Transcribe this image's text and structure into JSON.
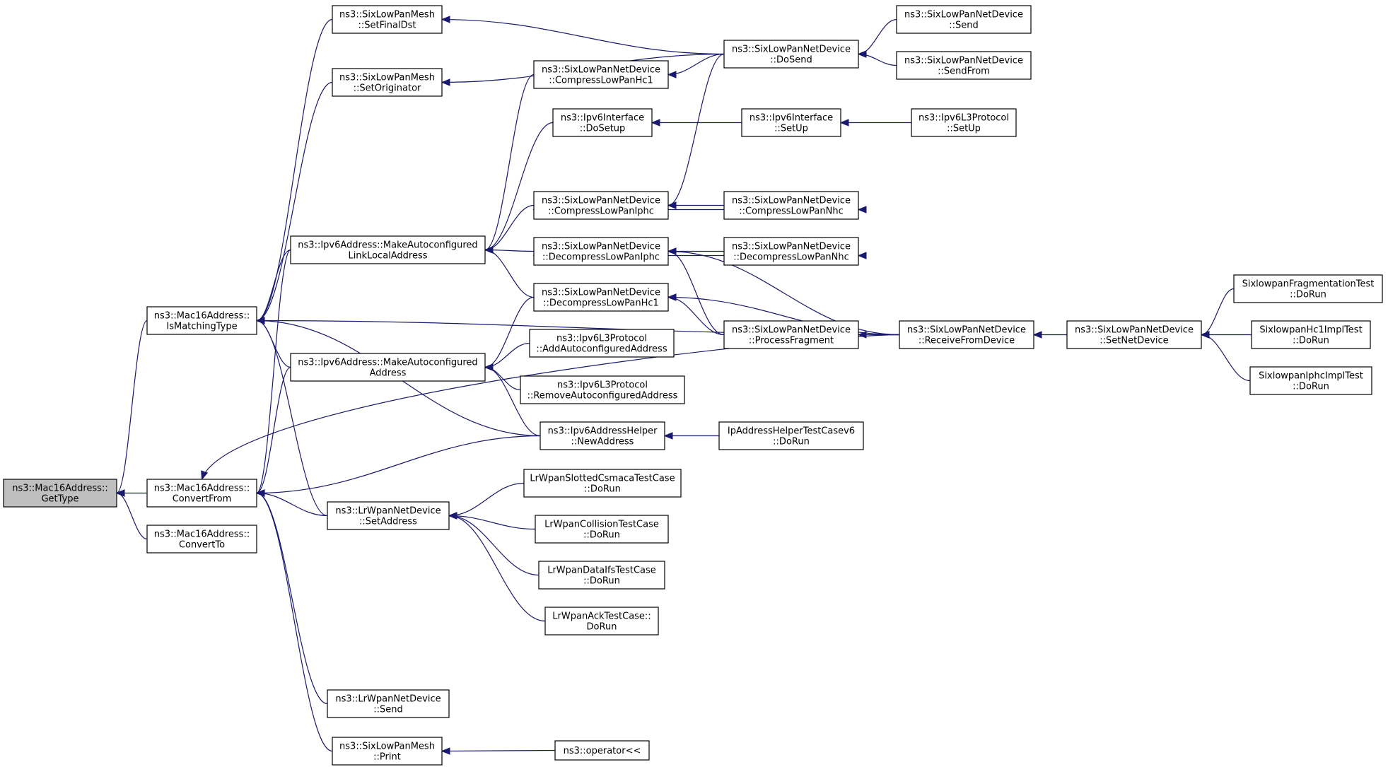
{
  "colors": {
    "edge": "#191970",
    "node_border": "#000000",
    "highlight_fill": "#bfbfbf",
    "node_fill": "#ffffff"
  },
  "nodes": [
    {
      "id": "gettype",
      "lines": [
        "ns3::Mac16Address::",
        "GetType"
      ],
      "highlight": true
    },
    {
      "id": "ismatchingtype",
      "lines": [
        "ns3::Mac16Address::",
        "IsMatchingType"
      ]
    },
    {
      "id": "convertfrom",
      "lines": [
        "ns3::Mac16Address::",
        "ConvertFrom"
      ]
    },
    {
      "id": "convertto",
      "lines": [
        "ns3::Mac16Address::",
        "ConvertTo"
      ]
    },
    {
      "id": "setfinaldst",
      "lines": [
        "ns3::SixLowPanMesh",
        "::SetFinalDst"
      ]
    },
    {
      "id": "setoriginator",
      "lines": [
        "ns3::SixLowPanMesh",
        "::SetOriginator"
      ]
    },
    {
      "id": "mkll",
      "lines": [
        "ns3::Ipv6Address::MakeAutoconfigured",
        "LinkLocalAddress"
      ]
    },
    {
      "id": "mkaddr",
      "lines": [
        "ns3::Ipv6Address::MakeAutoconfigured",
        "Address"
      ]
    },
    {
      "id": "lrsetaddr",
      "lines": [
        "ns3::LrWpanNetDevice",
        "::SetAddress"
      ]
    },
    {
      "id": "lrsend",
      "lines": [
        "ns3::LrWpanNetDevice",
        "::Send"
      ]
    },
    {
      "id": "meshprint",
      "lines": [
        "ns3::SixLowPanMesh",
        "::Print"
      ]
    },
    {
      "id": "chc1",
      "lines": [
        "ns3::SixLowPanNetDevice",
        "::CompressLowPanHc1"
      ]
    },
    {
      "id": "dosetup",
      "lines": [
        "ns3::Ipv6Interface",
        "::DoSetup"
      ]
    },
    {
      "id": "ciphc",
      "lines": [
        "ns3::SixLowPanNetDevice",
        "::CompressLowPanIphc"
      ]
    },
    {
      "id": "diphc",
      "lines": [
        "ns3::SixLowPanNetDevice",
        "::DecompressLowPanIphc"
      ]
    },
    {
      "id": "dhc1",
      "lines": [
        "ns3::SixLowPanNetDevice",
        "::DecompressLowPanHc1"
      ]
    },
    {
      "id": "addauto",
      "lines": [
        "ns3::Ipv6L3Protocol",
        "::AddAutoconfiguredAddress"
      ]
    },
    {
      "id": "remauto",
      "lines": [
        "ns3::Ipv6L3Protocol",
        "::RemoveAutoconfiguredAddress"
      ]
    },
    {
      "id": "newaddr",
      "lines": [
        "ns3::Ipv6AddressHelper",
        "::NewAddress"
      ]
    },
    {
      "id": "slotted",
      "lines": [
        "LrWpanSlottedCsmacaTestCase",
        "::DoRun"
      ]
    },
    {
      "id": "collision",
      "lines": [
        "LrWpanCollisionTestCase",
        "::DoRun"
      ]
    },
    {
      "id": "dataifs",
      "lines": [
        "LrWpanDataIfsTestCase",
        "::DoRun"
      ]
    },
    {
      "id": "acktest",
      "lines": [
        "LrWpanAckTestCase::",
        "DoRun"
      ]
    },
    {
      "id": "operator",
      "lines": [
        "ns3::operator<<"
      ]
    },
    {
      "id": "dosend",
      "lines": [
        "ns3::SixLowPanNetDevice",
        "::DoSend"
      ]
    },
    {
      "id": "ifsetup",
      "lines": [
        "ns3::Ipv6Interface",
        "::SetUp"
      ]
    },
    {
      "id": "cnhc",
      "lines": [
        "ns3::SixLowPanNetDevice",
        "::CompressLowPanNhc"
      ]
    },
    {
      "id": "dnhc",
      "lines": [
        "ns3::SixLowPanNetDevice",
        "::DecompressLowPanNhc"
      ]
    },
    {
      "id": "procfrag",
      "lines": [
        "ns3::SixLowPanNetDevice",
        "::ProcessFragment"
      ]
    },
    {
      "id": "iphelpertest",
      "lines": [
        "IpAddressHelperTestCasev6",
        "::DoRun"
      ]
    },
    {
      "id": "send",
      "lines": [
        "ns3::SixLowPanNetDevice",
        "::Send"
      ]
    },
    {
      "id": "sendfrom",
      "lines": [
        "ns3::SixLowPanNetDevice",
        "::SendFrom"
      ]
    },
    {
      "id": "l3setup",
      "lines": [
        "ns3::Ipv6L3Protocol",
        "::SetUp"
      ]
    },
    {
      "id": "recv",
      "lines": [
        "ns3::SixLowPanNetDevice",
        "::ReceiveFromDevice"
      ]
    },
    {
      "id": "setnetdev",
      "lines": [
        "ns3::SixLowPanNetDevice",
        "::SetNetDevice"
      ]
    },
    {
      "id": "fragtest",
      "lines": [
        "SixlowpanFragmentationTest",
        "::DoRun"
      ]
    },
    {
      "id": "hc1test",
      "lines": [
        "SixlowpanHc1ImplTest",
        "::DoRun"
      ]
    },
    {
      "id": "iphctest",
      "lines": [
        "SixlowpanIphcImplTest",
        "::DoRun"
      ]
    }
  ],
  "edges": [
    [
      "gettype",
      "ismatchingtype"
    ],
    [
      "gettype",
      "convertfrom"
    ],
    [
      "gettype",
      "convertto"
    ],
    [
      "ismatchingtype",
      "setfinaldst"
    ],
    [
      "ismatchingtype",
      "setoriginator"
    ],
    [
      "ismatchingtype",
      "mkll"
    ],
    [
      "ismatchingtype",
      "mkaddr"
    ],
    [
      "ismatchingtype",
      "lrsetaddr"
    ],
    [
      "ismatchingtype",
      "newaddr"
    ],
    [
      "ismatchingtype",
      "recv"
    ],
    [
      "convertfrom",
      "mkll"
    ],
    [
      "convertfrom",
      "mkaddr"
    ],
    [
      "convertfrom",
      "lrsetaddr"
    ],
    [
      "convertfrom",
      "newaddr"
    ],
    [
      "convertfrom",
      "lrsend"
    ],
    [
      "convertfrom",
      "meshprint"
    ],
    [
      "convertfrom",
      "recv"
    ],
    [
      "setfinaldst",
      "dosend"
    ],
    [
      "setoriginator",
      "dosend"
    ],
    [
      "mkll",
      "chc1"
    ],
    [
      "mkll",
      "dosetup"
    ],
    [
      "mkll",
      "ciphc"
    ],
    [
      "mkll",
      "diphc"
    ],
    [
      "mkll",
      "dhc1"
    ],
    [
      "mkaddr",
      "dhc1"
    ],
    [
      "mkaddr",
      "addauto"
    ],
    [
      "mkaddr",
      "remauto"
    ],
    [
      "mkaddr",
      "newaddr"
    ],
    [
      "lrsetaddr",
      "slotted"
    ],
    [
      "lrsetaddr",
      "collision"
    ],
    [
      "lrsetaddr",
      "dataifs"
    ],
    [
      "lrsetaddr",
      "acktest"
    ],
    [
      "meshprint",
      "operator"
    ],
    [
      "chc1",
      "dosend"
    ],
    [
      "ciphc",
      "dosend"
    ],
    [
      "dosetup",
      "ifsetup"
    ],
    [
      "ifsetup",
      "l3setup"
    ],
    [
      "ciphc",
      "cnhc"
    ],
    [
      "cnhc",
      "ciphc"
    ],
    [
      "diphc",
      "dnhc"
    ],
    [
      "dnhc",
      "diphc"
    ],
    [
      "diphc",
      "procfrag"
    ],
    [
      "diphc",
      "recv"
    ],
    [
      "dhc1",
      "procfrag"
    ],
    [
      "dhc1",
      "recv"
    ],
    [
      "procfrag",
      "recv"
    ],
    [
      "newaddr",
      "iphelpertest"
    ],
    [
      "dosend",
      "send"
    ],
    [
      "dosend",
      "sendfrom"
    ],
    [
      "recv",
      "setnetdev"
    ],
    [
      "setnetdev",
      "fragtest"
    ],
    [
      "setnetdev",
      "hc1test"
    ],
    [
      "setnetdev",
      "iphctest"
    ]
  ]
}
